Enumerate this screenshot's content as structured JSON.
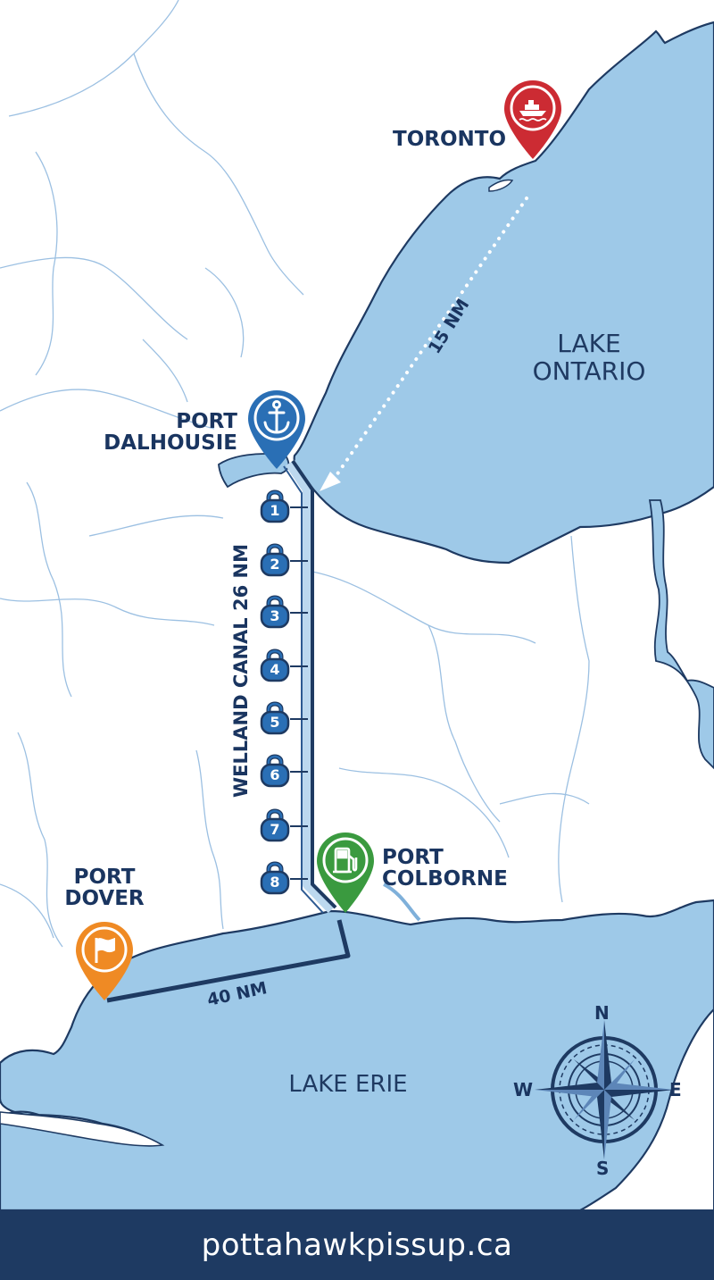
{
  "colors": {
    "water": "#9ec9e8",
    "land": "#ffffff",
    "shoreline": "#1e3a62",
    "river": "#8fb8dc",
    "route": "#1e3a62",
    "label": "#1a3560",
    "toronto_pin": "#cc2b33",
    "dalhousie_pin": "#2a6fb5",
    "colborne_pin": "#3a9a3f",
    "dover_pin": "#ef8a24",
    "footer_bg": "#1e3a62"
  },
  "places": {
    "toronto": {
      "name": "TORONTO",
      "icon": "boat-icon"
    },
    "port_dalhousie": {
      "line1": "PORT",
      "line2": "DALHOUSIE",
      "icon": "anchor-icon"
    },
    "port_colborne": {
      "line1": "PORT",
      "line2": "COLBORNE",
      "icon": "fuel-pump-icon"
    },
    "port_dover": {
      "line1": "PORT",
      "line2": "DOVER",
      "icon": "flag-icon"
    }
  },
  "lakes": {
    "ontario": {
      "line1": "LAKE",
      "line2": "ONTARIO"
    },
    "erie": {
      "name": "LAKE ERIE"
    }
  },
  "routes": {
    "toronto_leg": "15 NM",
    "welland_canal": "WELLAND CANAL 26 NM",
    "erie_leg": "40 NM"
  },
  "locks": [
    "1",
    "2",
    "3",
    "4",
    "5",
    "6",
    "7",
    "8"
  ],
  "compass": {
    "n": "N",
    "e": "E",
    "s": "S",
    "w": "W"
  },
  "footer": {
    "url": "pottahawkpissup.ca"
  }
}
